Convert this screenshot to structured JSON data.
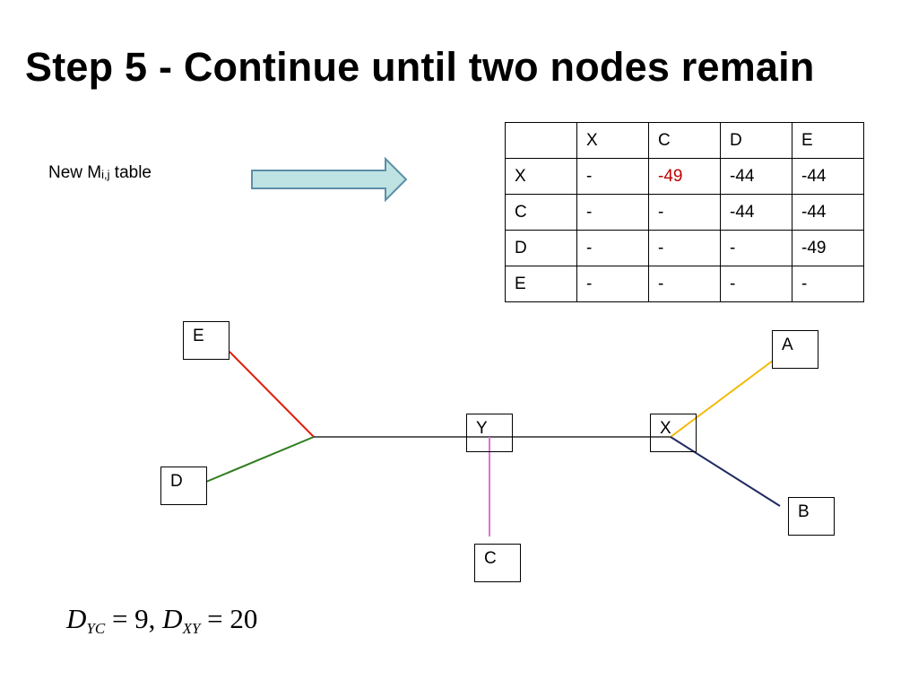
{
  "title": "Step 5 - Continue until two nodes remain",
  "caption": {
    "main": "New M",
    "sub": "i,j",
    "suffix": " table"
  },
  "table": {
    "header": [
      "",
      "X",
      "C",
      "D",
      "E"
    ],
    "rows": [
      [
        "X",
        "-",
        "-49",
        "-44",
        "-44"
      ],
      [
        "C",
        "-",
        "-",
        "-44",
        "-44"
      ],
      [
        "D",
        "-",
        "-",
        "-",
        "-49"
      ],
      [
        "E",
        "-",
        "-",
        "-",
        "-"
      ]
    ],
    "highlight_color": "#c00000"
  },
  "tree": {
    "nodes": {
      "E": "E",
      "D": "D",
      "Y": "Y",
      "C": "C",
      "X": "X",
      "A": "A",
      "B": "B"
    },
    "edge_colors": {
      "E": "#e02010",
      "D": "#2e7d1e",
      "C": "#e070e0",
      "A": "#f5b800",
      "B": "#1f2a60",
      "backbone": "#000000"
    }
  },
  "formula": {
    "d1": "D",
    "d1_sub": "YC",
    "eq1": " = 9, ",
    "d2": "D",
    "d2_sub": "XY",
    "eq2": " = 20"
  },
  "arrow_color": "#bfe3e3"
}
